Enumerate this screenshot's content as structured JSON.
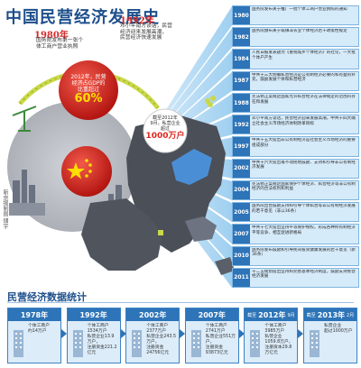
{
  "chart_data": {
    "type": "table",
    "title": "中国民营经济发展史",
    "gdp_share": {
      "label_lines": [
        "2012年，民营",
        "经济占GDP的",
        "比重超过"
      ],
      "value_percent": 60,
      "value_text": "60%"
    },
    "enterprise_count": {
      "label_lines": [
        "截至2012年",
        "9月，私营企业",
        "超过"
      ],
      "value_text": "1000万户"
    },
    "timeline": [
      {
        "year": "1980年",
        "text": "国务院发布关于推广一批个体工商户营业执照的通知"
      },
      {
        "year": "1982年",
        "text": "国务院颁布关于城镇非农业个体经济若干政策性规定"
      },
      {
        "year": "1984年",
        "text": "人民日报发表题为《重视城乡个体经济》的社论，一大批个体户产生"
      },
      {
        "year": "1987年",
        "text": "中共十三大明确私营经济是公有制经济必要的和有益的补充，鼓励发展个体和私营经济"
      },
      {
        "year": "1988年",
        "text": "宪法修正案规定国家允许私营经济在法律规定的范围内存在和发展"
      },
      {
        "year": "1992年",
        "text": "邓小平南方谈话，民营经济迎来发展高潮，中共十四大确立社会主义市场经济体制改革目标"
      },
      {
        "year": "1997年",
        "text": "中共十五大提出非公有制经济是社会主义市场经济的重要组成部分"
      },
      {
        "year": "2002年",
        "text": "中共十六大提出毫不动摇地鼓励、支持和引导非公有制经济发展"
      },
      {
        "year": "2004年",
        "text": "宪法修正案规定国家保护个体经济、私营经济等非公有制经济的合法权利和利益"
      },
      {
        "year": "2005年",
        "text": "国务院出台鼓励支持和引导个体私营等非公有制经济发展的若干意见（非公36条）"
      },
      {
        "year": "2007年",
        "text": "中共十七大提出坚持平等保护物权，形成各种所有制经济平等竞争、相互促进新格局"
      },
      {
        "year": "2010年",
        "text": "国务院发布鼓励和引导民间投资健康发展的若干意见（新36条）"
      },
      {
        "year": "2011年",
        "text": "十二五规划提出坚持和完善基本经济制度，鼓励支持民营经济发展"
      }
    ],
    "stats": [
      {
        "pre": "",
        "year": "1978年",
        "post": "",
        "lines": [
          "个体工商户",
          "约14万户"
        ]
      },
      {
        "pre": "",
        "year": "1992年",
        "post": "",
        "lines": [
          "个体工商户1534万户",
          "私营企业13.9万户，",
          "注册资金221.2亿元"
        ]
      },
      {
        "pre": "",
        "year": "2002年",
        "post": "",
        "lines": [
          "个体工商户2377万户",
          "私营企业243.5万户，",
          "注册资金24756亿元"
        ]
      },
      {
        "pre": "",
        "year": "2007年",
        "post": "",
        "lines": [
          "个体工商户2741万户",
          "私营企业551万户，",
          "注册资金93873亿元"
        ]
      },
      {
        "pre": "截至",
        "year": "2012年",
        "post": "9月",
        "lines": [
          "个体工商户3985万户",
          "私营企业1059.8万户，",
          "注册资本29.8万亿元"
        ]
      },
      {
        "pre": "截至",
        "year": "2013年",
        "post": "2月",
        "lines": [
          "私营企业",
          "超过1000万户"
        ]
      }
    ]
  },
  "colors": {
    "title": "#1d4f8b",
    "red": "#e0261f",
    "timeline_bar": "#2d74b8",
    "timeline_bg": "#d6ebfa",
    "map": "#4b4f58",
    "map_hi": "#4a8fd6",
    "ray": "#8ec7ee"
  },
  "header": {
    "title": "中国民营经济发展史",
    "year_1980": "1980年",
    "note_1980": [
      "国务院发布第一张个",
      "体工商户营业执照"
    ],
    "year_1992": "1992年",
    "note_1992": [
      "邓小平南方谈话，民营",
      "经济迎来发展高潮，",
      "民营经济快速发展"
    ],
    "credit": "新京报制图 储宇"
  },
  "stats_title": "民营经济数据统计"
}
